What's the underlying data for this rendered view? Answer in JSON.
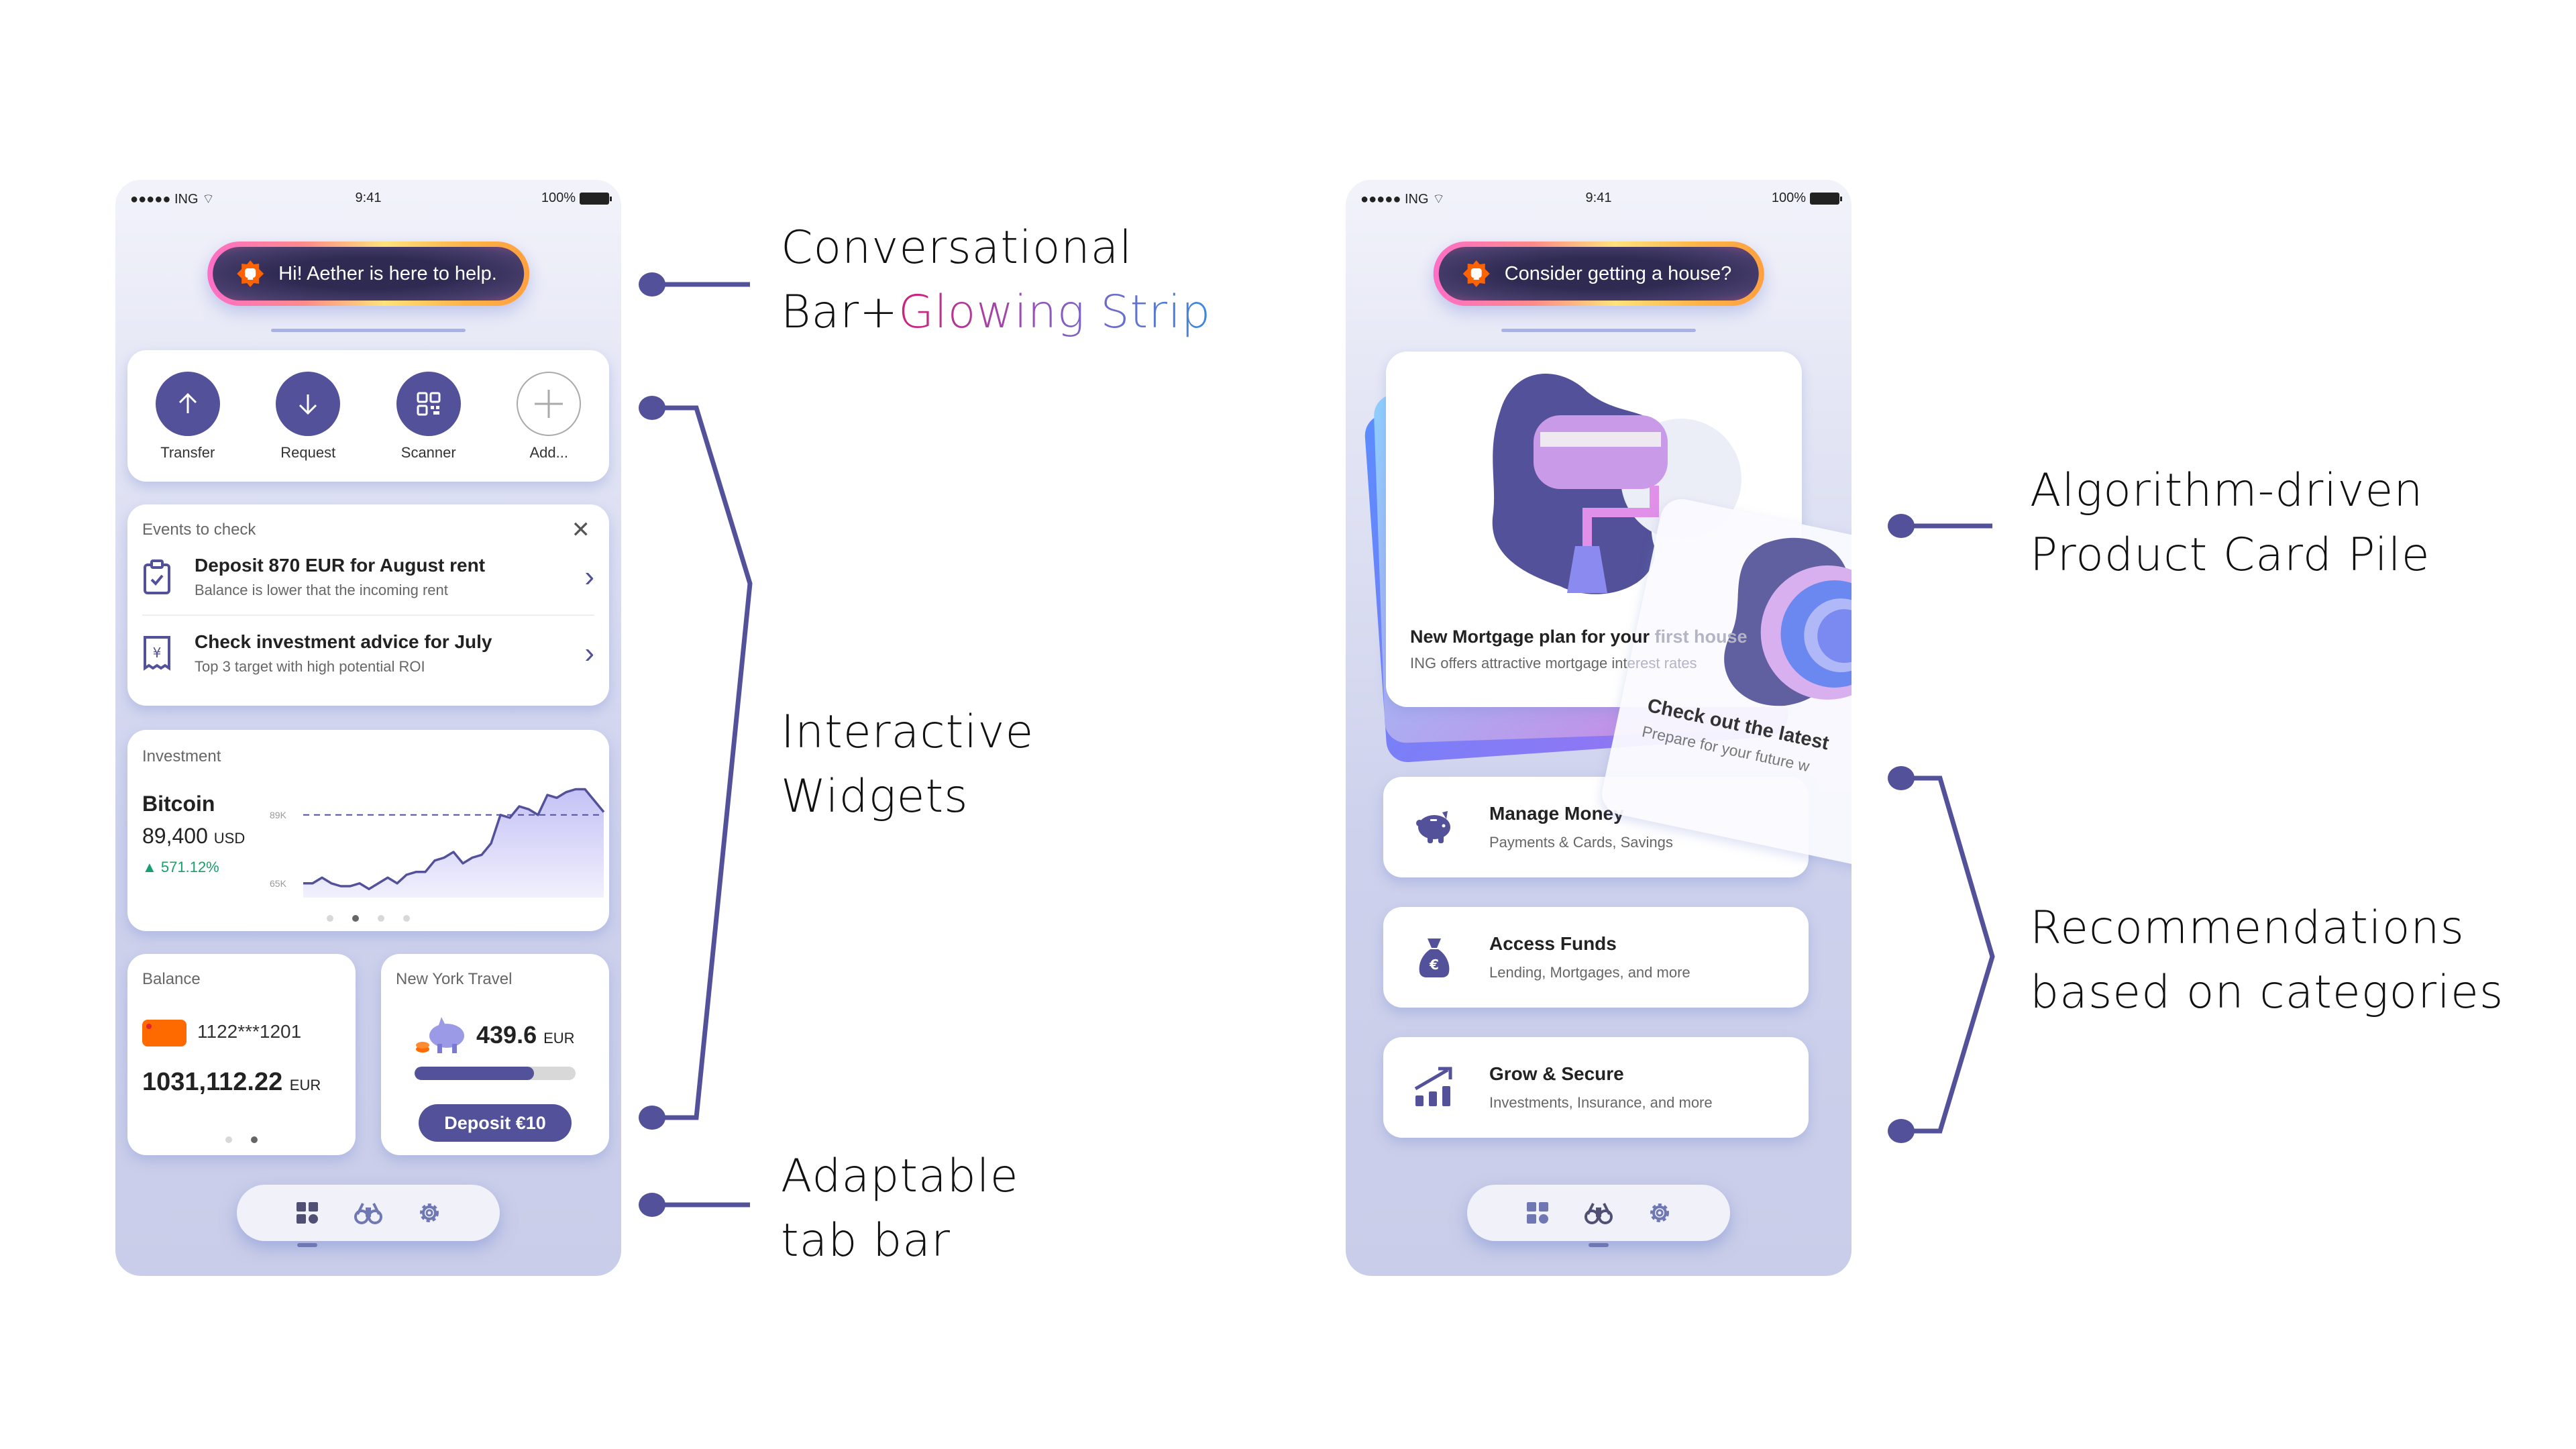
{
  "colors": {
    "brand": "#525199",
    "accent_orange": "#ff6a00",
    "positive": "#16a06b",
    "annotation_line": "#525199"
  },
  "status_bar": {
    "carrier": "●●●●● ING",
    "time": "9:41",
    "battery": "100%"
  },
  "left_phone": {
    "conversation_bar": {
      "text": "Hi! Aether is here to help.",
      "icon": "lion-icon"
    },
    "quick_actions": [
      {
        "label": "Transfer",
        "icon": "arrow-up-icon"
      },
      {
        "label": "Request",
        "icon": "arrow-down-icon"
      },
      {
        "label": "Scanner",
        "icon": "qr-code-icon"
      },
      {
        "label": "Add...",
        "icon": "plus-icon"
      }
    ],
    "events": {
      "title": "Events to check",
      "items": [
        {
          "title": "Deposit 870 EUR for August rent",
          "subtitle": "Balance is lower that the incoming rent",
          "icon": "clipboard-check-icon"
        },
        {
          "title": "Check investment advice for July",
          "subtitle": "Top 3 target with high potential ROI",
          "icon": "receipt-yen-icon"
        }
      ]
    },
    "investment": {
      "title": "Investment",
      "asset": "Bitcoin",
      "price": "89,400",
      "currency": "USD",
      "change": "▲ 571.12%",
      "chart": {
        "y_labels": [
          "89K",
          "65K"
        ],
        "reference_value": 89,
        "values": [
          65,
          65,
          67,
          65,
          64,
          64,
          65,
          63,
          65,
          67,
          65,
          68,
          69,
          69,
          73,
          74,
          76,
          72,
          74,
          75,
          79,
          89,
          88,
          92,
          91,
          89,
          96,
          95,
          97,
          98,
          98,
          94,
          90
        ],
        "active_page": 1,
        "pages": 4
      }
    },
    "balance": {
      "title": "Balance",
      "card_number": "1122***1201",
      "amount": "1031,112.22",
      "currency": "EUR",
      "active_page": 1,
      "pages": 2
    },
    "travel": {
      "title": "New York Travel",
      "amount": "439.6",
      "currency": "EUR",
      "progress": 0.74,
      "button": "Deposit  €10"
    },
    "tabbar": {
      "tabs": [
        {
          "icon": "grid-icon"
        },
        {
          "icon": "binoculars-icon"
        },
        {
          "icon": "gear-icon"
        }
      ],
      "active": 0
    }
  },
  "right_phone": {
    "conversation_bar": {
      "text": "Consider getting a house?",
      "icon": "lion-icon"
    },
    "product_cards": [
      {
        "title_visible": "New Mortgage plan for your",
        "title_faded": "first house",
        "subtitle_visible": "ING offers attractive mortgage int",
        "subtitle_faded": "erest rates"
      },
      {
        "title": "Check out the latest",
        "subtitle": "Prepare for your future w"
      }
    ],
    "recommendations": [
      {
        "title": "Manage Money",
        "subtitle": "Payments & Cards, Savings",
        "icon": "piggy-bank-icon"
      },
      {
        "title": "Access Funds",
        "subtitle": "Lending, Mortgages, and more",
        "icon": "money-bag-icon"
      },
      {
        "title": "Grow & Secure",
        "subtitle": "Investments, Insurance, and more",
        "icon": "growth-chart-icon"
      }
    ],
    "tabbar": {
      "tabs": [
        {
          "icon": "grid-icon"
        },
        {
          "icon": "binoculars-icon"
        },
        {
          "icon": "gear-icon"
        }
      ],
      "active": 1
    }
  },
  "annotations": {
    "conversational": {
      "line1": "Conversational",
      "line2_plain": "Bar+",
      "line2_gradient": "Glowing Strip"
    },
    "widgets": {
      "line1": "Interactive",
      "line2": "Widgets"
    },
    "tabbar": {
      "line1": "Adaptable",
      "line2": "tab bar"
    },
    "card_pile": {
      "line1": "Algorithm-driven",
      "line2": "Product Card Pile"
    },
    "recommendations": {
      "line1": "Recommendations",
      "line2": "based on categories"
    }
  }
}
